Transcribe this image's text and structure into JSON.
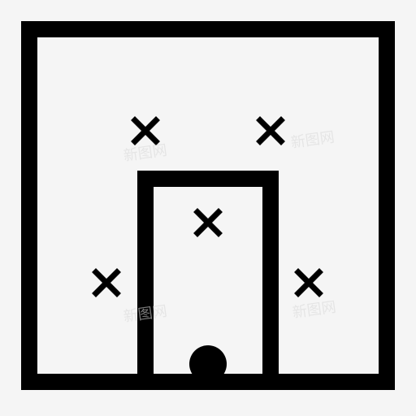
{
  "icon": {
    "name": "basketball-court-play-diagram-icon",
    "stroke_color": "#000000",
    "background_color": "#f5f5f5"
  },
  "marks": [
    {
      "type": "x-marker",
      "label": "defender-left-top"
    },
    {
      "type": "x-marker",
      "label": "defender-right-top"
    },
    {
      "type": "x-marker",
      "label": "defender-center"
    },
    {
      "type": "x-marker",
      "label": "defender-left-low"
    },
    {
      "type": "x-marker",
      "label": "defender-right-low"
    },
    {
      "type": "ball",
      "label": "ball"
    }
  ],
  "watermark": {
    "text": "新图网"
  }
}
